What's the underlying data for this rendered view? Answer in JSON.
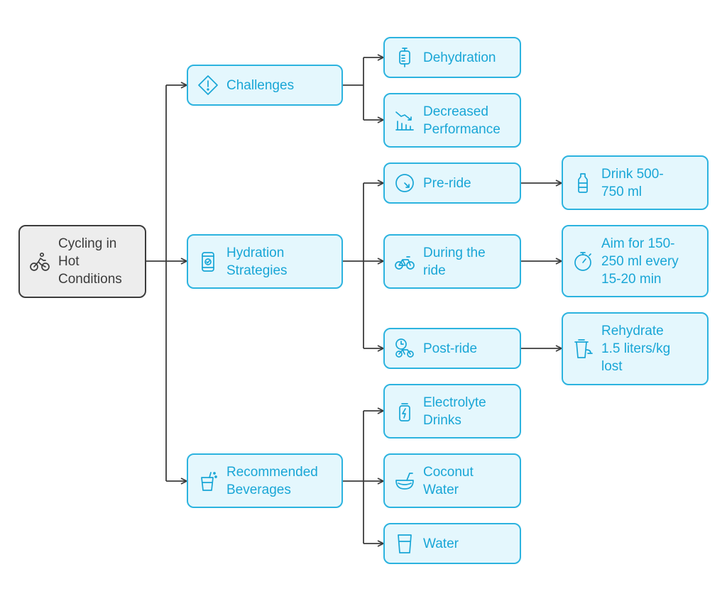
{
  "colors": {
    "node_fill": "#e4f7fd",
    "node_border": "#2cb3df",
    "node_text": "#19a6d6",
    "root_fill": "#ededed",
    "root_border": "#3c3c3c",
    "root_text": "#3c3c3c",
    "connector": "#3c3c3c"
  },
  "root": {
    "label": "Cycling in\nHot\nConditions",
    "icon": "cyclist-icon"
  },
  "challenges": {
    "label": "Challenges",
    "icon": "warning-diamond-icon",
    "children": [
      {
        "label": "Dehydration",
        "icon": "iv-bag-icon"
      },
      {
        "label": "Decreased\nPerformance",
        "icon": "declining-chart-icon"
      }
    ]
  },
  "hydration": {
    "label": "Hydration\nStrategies",
    "icon": "phone-check-icon",
    "children": [
      {
        "label": "Pre-ride",
        "icon": "gauge-icon",
        "detail": {
          "label": "Drink 500-\n750 ml",
          "icon": "water-bottle-icon"
        }
      },
      {
        "label": "During the\nride",
        "icon": "bicycle-icon",
        "detail": {
          "label": "Aim for 150-\n250 ml every\n15-20 min",
          "icon": "stopwatch-icon"
        }
      },
      {
        "label": "Post-ride",
        "icon": "bike-clock-icon",
        "detail": {
          "label": "Rehydrate\n1.5 liters/kg\nlost",
          "icon": "cup-refill-icon"
        }
      }
    ]
  },
  "beverages": {
    "label": "Recommended\nBeverages",
    "icon": "fizzy-drink-icon",
    "children": [
      {
        "label": "Electrolyte\nDrinks",
        "icon": "energy-can-icon"
      },
      {
        "label": "Coconut\nWater",
        "icon": "coconut-icon"
      },
      {
        "label": "Water",
        "icon": "water-glass-icon"
      }
    ]
  }
}
